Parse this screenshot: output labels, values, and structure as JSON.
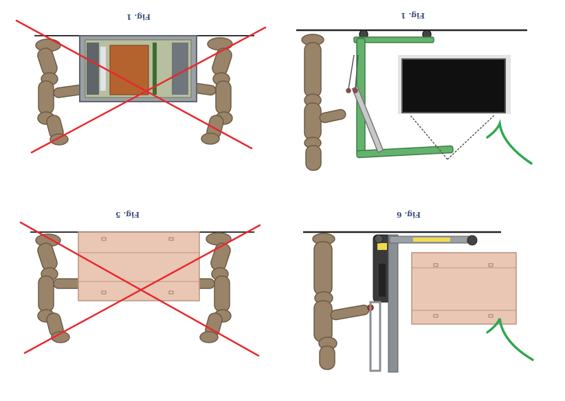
{
  "figures": [
    {
      "id": "fig-1",
      "caption": "Fig. 1",
      "status": "wrong"
    },
    {
      "id": "fig-2",
      "caption": "Fig. 1",
      "status": "correct"
    },
    {
      "id": "fig-3",
      "caption": "Fig. 5",
      "status": "wrong"
    },
    {
      "id": "fig-4",
      "caption": "Fig. 6",
      "status": "correct"
    }
  ],
  "colors": {
    "cross": "#e8282e",
    "check": "#2fa84f",
    "mannequin": "#9a8469",
    "mannequin_dark": "#6b5a45",
    "lift_green": "#63b36c",
    "box": "#e9c7b4",
    "box_edge": "#b89480",
    "chassis": "#9aa0a6",
    "screen": "#101010"
  },
  "icons": [
    "cross-mark-icon",
    "check-mark-icon"
  ]
}
